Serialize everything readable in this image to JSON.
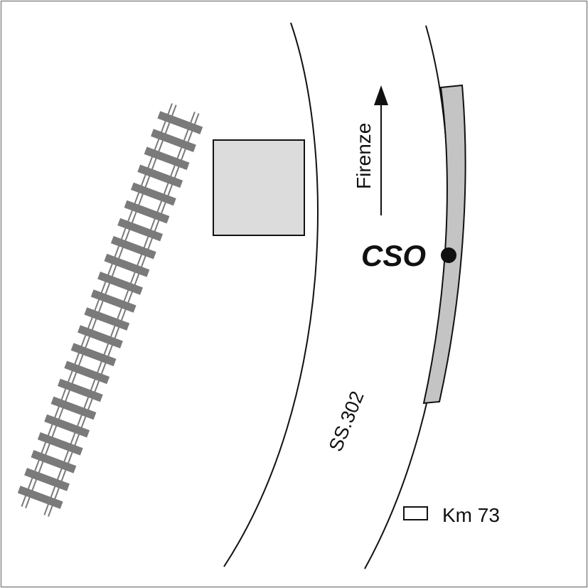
{
  "map": {
    "road_label": "SS.302",
    "direction_label": "Firenze",
    "station_label": "CSO",
    "km_label": "Km 73"
  },
  "colors": {
    "background": "#ffffff",
    "building_fill": "#dcdcdc",
    "strip_fill": "#c4c4c4",
    "rail_color": "#7a7a7a",
    "line_color": "#111111"
  }
}
